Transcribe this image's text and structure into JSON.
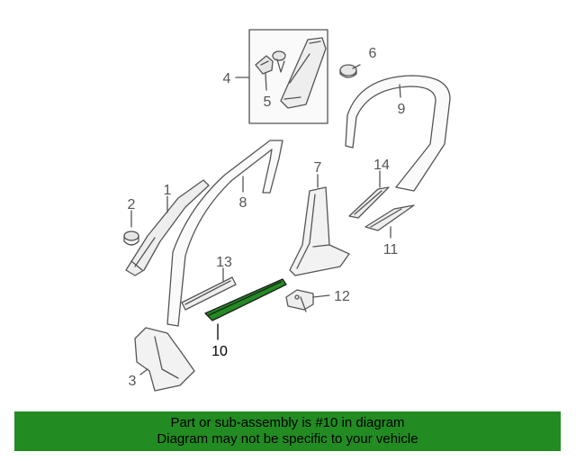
{
  "callouts": {
    "c1": "1",
    "c2": "2",
    "c3": "3",
    "c4": "4",
    "c5": "5",
    "c6": "6",
    "c7": "7",
    "c8": "8",
    "c9": "9",
    "c10": "10",
    "c11": "11",
    "c12": "12",
    "c13": "13",
    "c14": "14"
  },
  "highlight_callout": "10",
  "colors": {
    "highlight_part": "#228B22",
    "banner_bg": "#228B22",
    "line": "#555555"
  },
  "banner": {
    "line1": "Part or sub-assembly is #10 in diagram",
    "line2": "Diagram may not be specific to your vehicle"
  }
}
